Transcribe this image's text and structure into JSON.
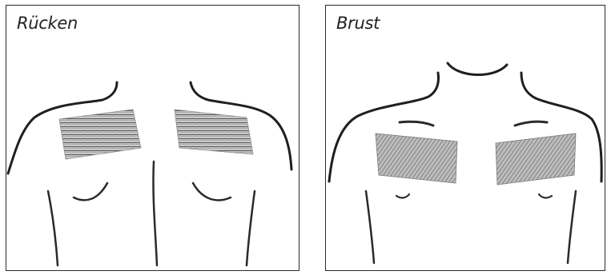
{
  "panels": [
    {
      "id": "back",
      "title": "Rücken"
    },
    {
      "id": "chest",
      "title": "Brust"
    }
  ],
  "colors": {
    "outline": "#1f1f1f",
    "shading": "#6e6e6e",
    "frame": "#2a2a2a"
  }
}
